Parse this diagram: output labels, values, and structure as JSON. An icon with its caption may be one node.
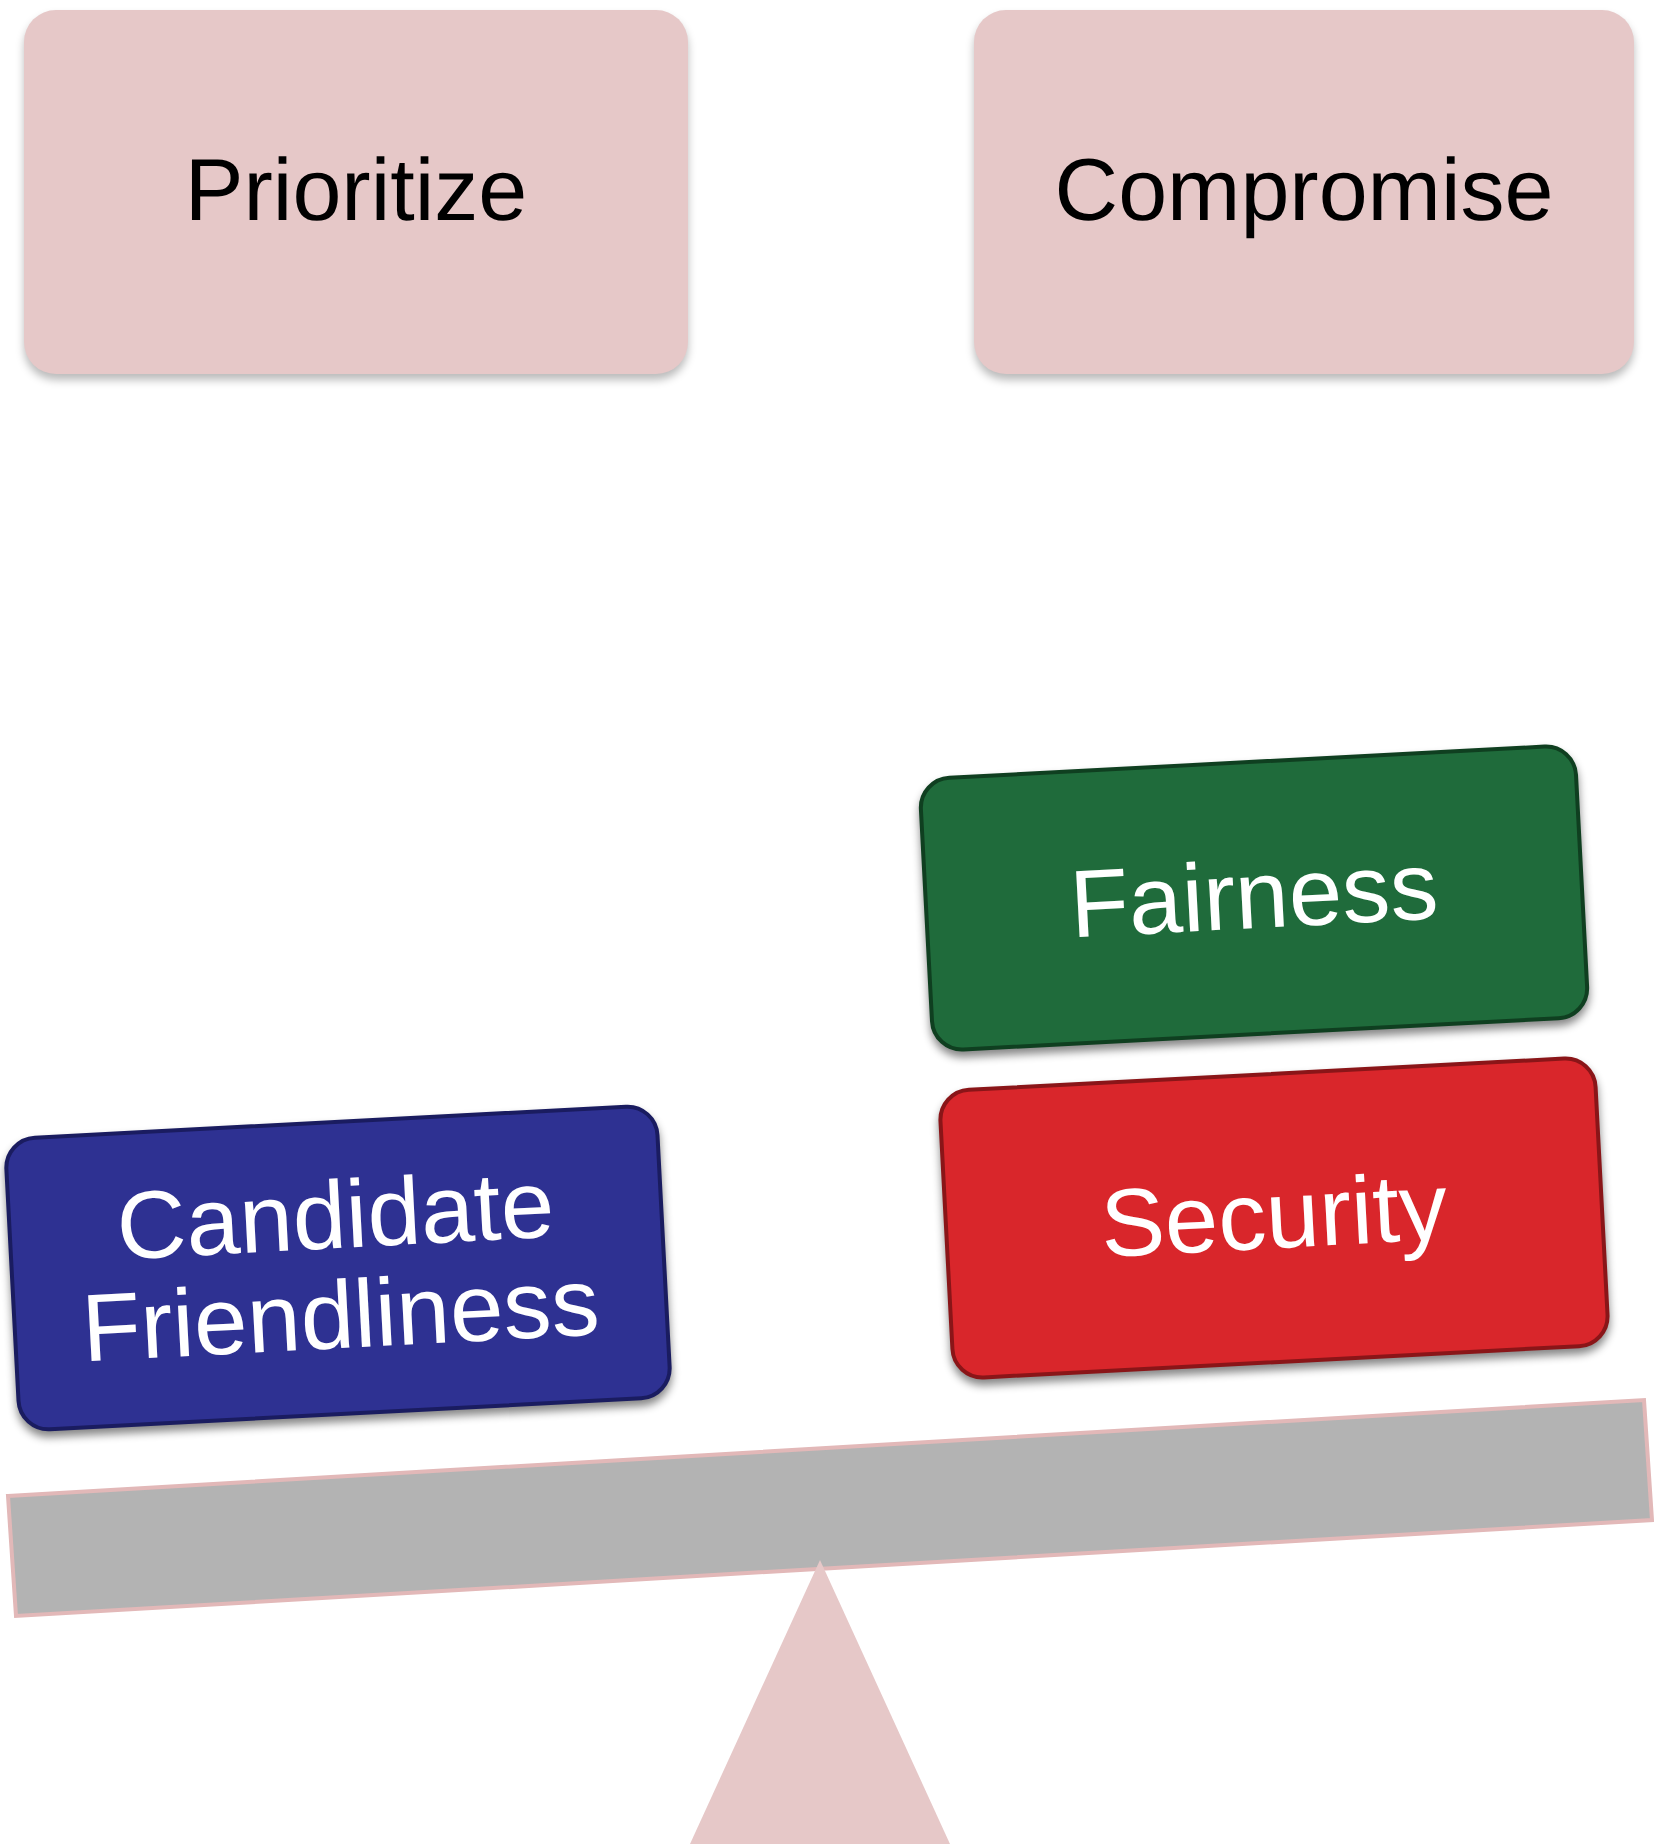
{
  "diagram": {
    "nodes": [
      {
        "text": [
          "Prioritize"
        ]
      },
      {
        "text": [
          "Compromise"
        ]
      },
      {
        "text": [
          "Fairness"
        ]
      },
      {
        "text": [
          "Candidate Friendliness"
        ]
      },
      {
        "text": [
          "Security"
        ]
      }
    ]
  }
}
